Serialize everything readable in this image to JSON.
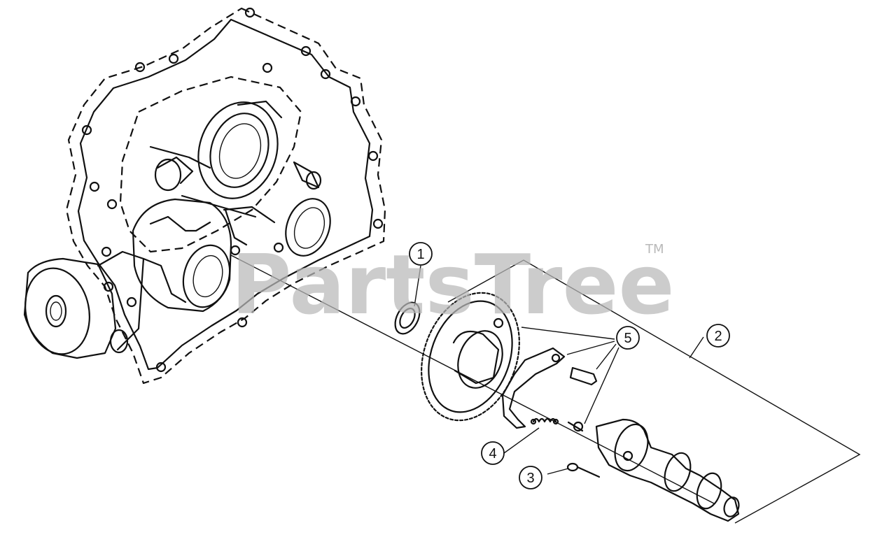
{
  "watermark": {
    "text": "PartsTree",
    "trademark": "TM",
    "color": "#b9b9b9"
  },
  "callouts": [
    {
      "number": "1",
      "part": "washer"
    },
    {
      "number": "2",
      "part": "camshaft-assembly"
    },
    {
      "number": "3",
      "part": "pin"
    },
    {
      "number": "4",
      "part": "spring"
    },
    {
      "number": "5",
      "part": "governor-components"
    }
  ],
  "colors": {
    "ink": "#111111",
    "background": "#ffffff"
  }
}
